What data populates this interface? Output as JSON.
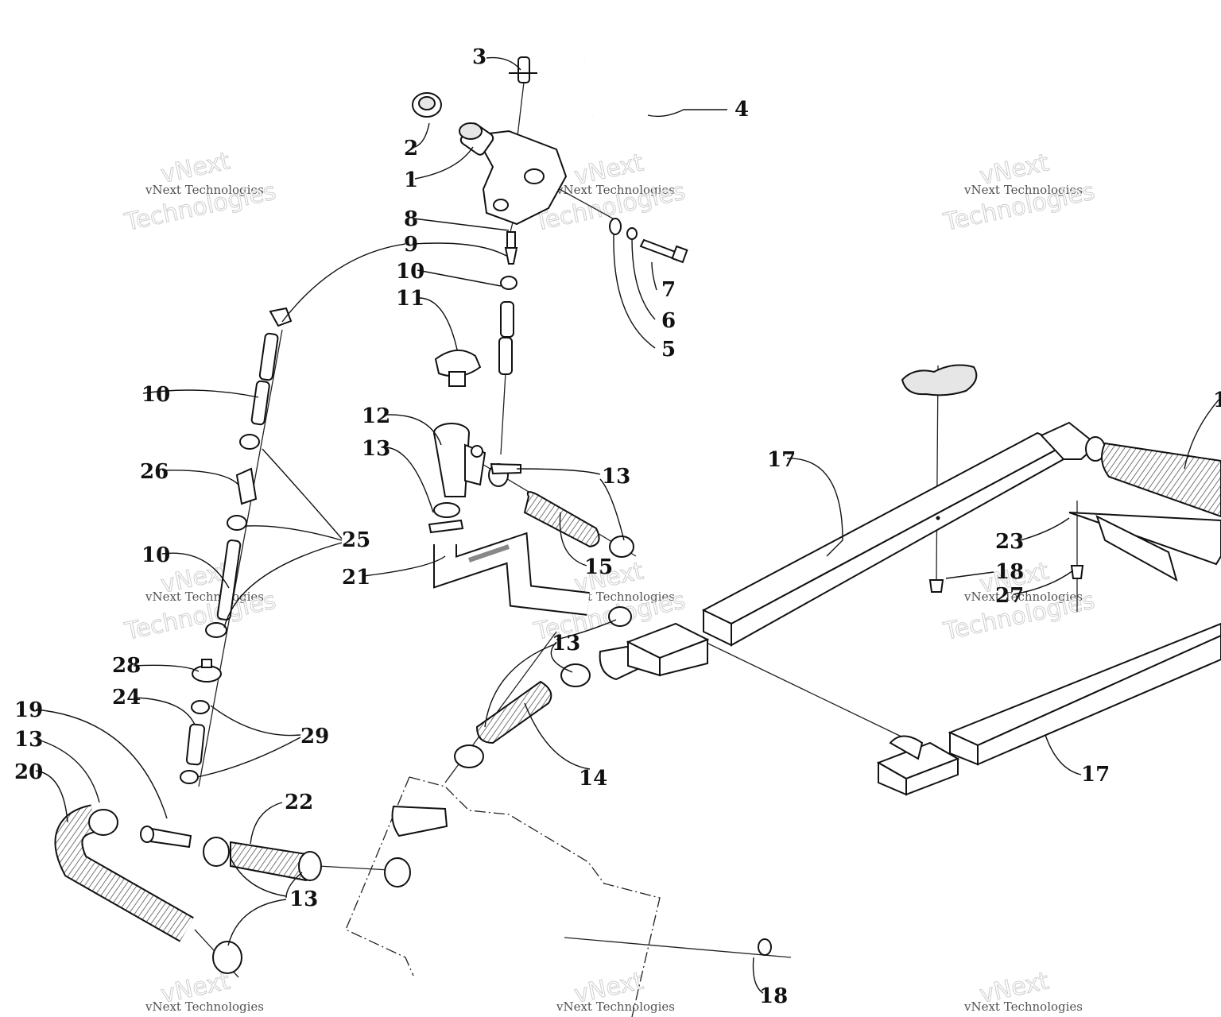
{
  "watermark": {
    "line1": "vNext",
    "line2": "Technologies",
    "full": "vNext Technologies"
  },
  "callouts": [
    {
      "id": "c1",
      "text": "1"
    },
    {
      "id": "c2",
      "text": "2"
    },
    {
      "id": "c3",
      "text": "3"
    },
    {
      "id": "c4",
      "text": "4"
    },
    {
      "id": "c5",
      "text": "5"
    },
    {
      "id": "c6",
      "text": "6"
    },
    {
      "id": "c7",
      "text": "7"
    },
    {
      "id": "c8",
      "text": "8"
    },
    {
      "id": "c9",
      "text": "9"
    },
    {
      "id": "c10a",
      "text": "10"
    },
    {
      "id": "c11",
      "text": "11"
    },
    {
      "id": "c10b",
      "text": "10"
    },
    {
      "id": "c12",
      "text": "12"
    },
    {
      "id": "c13a",
      "text": "13"
    },
    {
      "id": "c13b",
      "text": "13"
    },
    {
      "id": "c26",
      "text": "26"
    },
    {
      "id": "c17a",
      "text": "17"
    },
    {
      "id": "c25",
      "text": "25"
    },
    {
      "id": "c10c",
      "text": "10"
    },
    {
      "id": "c15",
      "text": "15"
    },
    {
      "id": "c21",
      "text": "21"
    },
    {
      "id": "c23",
      "text": "23"
    },
    {
      "id": "c18a",
      "text": "18"
    },
    {
      "id": "c27",
      "text": "27"
    },
    {
      "id": "c13c",
      "text": "13"
    },
    {
      "id": "c28",
      "text": "28"
    },
    {
      "id": "c24",
      "text": "24"
    },
    {
      "id": "c19",
      "text": "19"
    },
    {
      "id": "c29",
      "text": "29"
    },
    {
      "id": "c14",
      "text": "14"
    },
    {
      "id": "c17b",
      "text": "17"
    },
    {
      "id": "c13d",
      "text": "13"
    },
    {
      "id": "c20",
      "text": "20"
    },
    {
      "id": "c22",
      "text": "22"
    },
    {
      "id": "c13e",
      "text": "13"
    },
    {
      "id": "c18b",
      "text": "18"
    },
    {
      "id": "c16",
      "text": "1"
    }
  ]
}
